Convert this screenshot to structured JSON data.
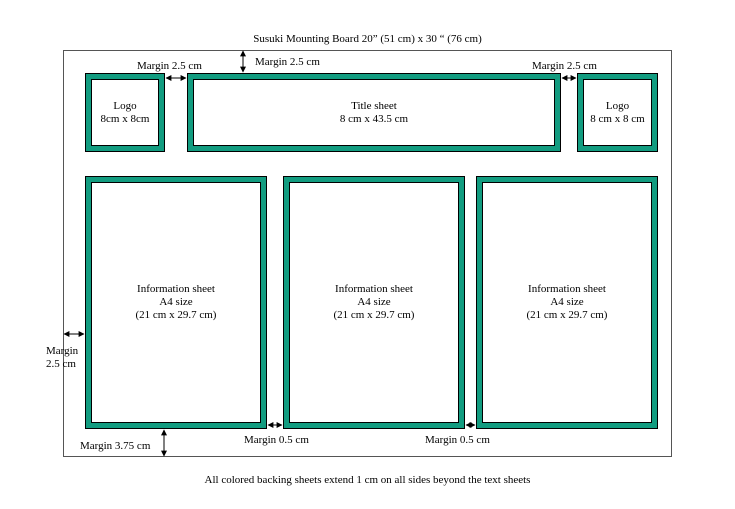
{
  "title": "Susuki Mounting Board 20” (51 cm) x 30 “ (76 cm)",
  "footnote": "All colored backing sheets extend 1 cm on all sides beyond the text sheets",
  "colors": {
    "backing": "#129c80",
    "outline": "#000000"
  },
  "sheets": {
    "logo_left": {
      "line1": "Logo",
      "line2": "8cm x 8cm"
    },
    "title_sheet": {
      "line1": "Title sheet",
      "line2": "8 cm x 43.5 cm"
    },
    "logo_right": {
      "line1": "Logo",
      "line2": "8 cm x 8 cm"
    },
    "info_left": {
      "line1": "Information sheet",
      "line2": "A4 size",
      "line3": "(21 cm x 29.7 cm)"
    },
    "info_center": {
      "line1": "Information sheet",
      "line2": "A4 size",
      "line3": "(21 cm x 29.7 cm)"
    },
    "info_right": {
      "line1": "Information sheet",
      "line2": "A4 size",
      "line3": "(21 cm x 29.7 cm)"
    }
  },
  "margins": {
    "top_left": "Margin 2.5 cm",
    "top": "Margin 2.5 cm",
    "top_right": "Margin 2.5 cm",
    "side_line1": "Margin",
    "side_line2": "2.5 cm",
    "bottom": "Margin 3.75 cm",
    "gap_left": "Margin 0.5 cm",
    "gap_right": "Margin 0.5 cm"
  }
}
